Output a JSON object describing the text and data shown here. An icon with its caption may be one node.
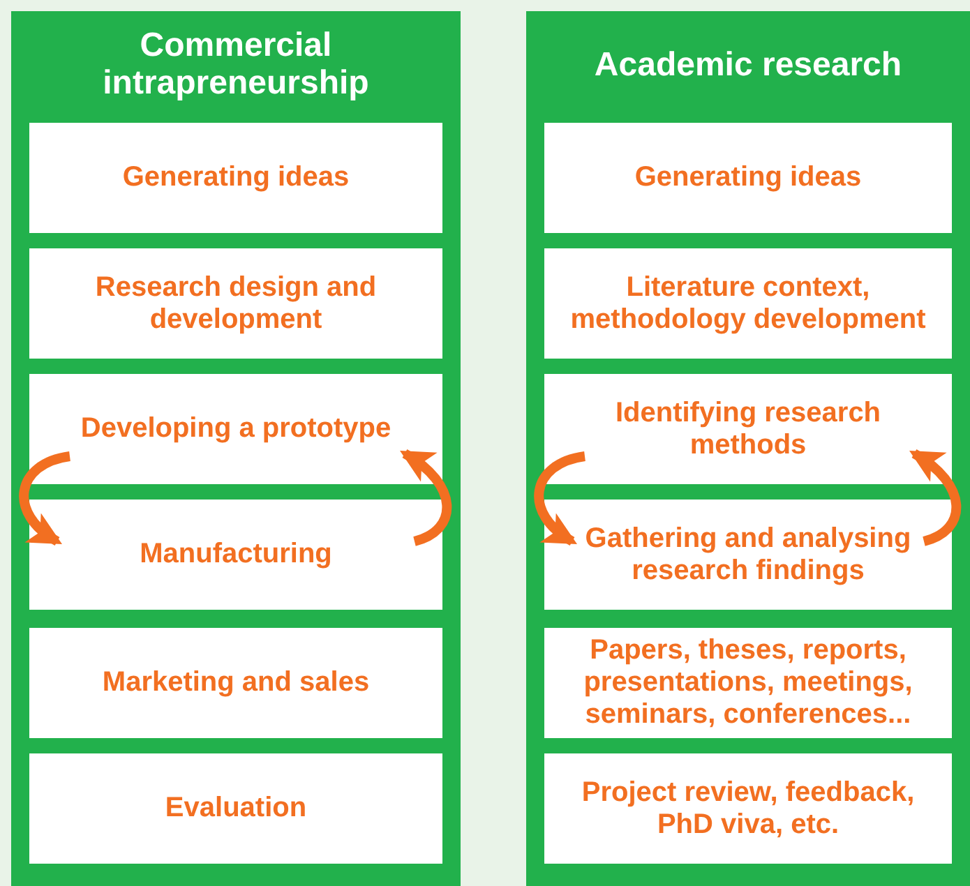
{
  "diagram": {
    "nodes": [
      {
        "text": [
          "Commercial intrapreneurship"
        ]
      },
      {
        "text": [
          "Generating ideas"
        ],
        "in": 0
      },
      {
        "text": [
          "Research design and development"
        ],
        "in": 0
      },
      {
        "text": [
          "Developing a prototype"
        ],
        "in": 0
      },
      {
        "text": [
          "Manufacturing"
        ],
        "in": 0
      },
      {
        "text": [
          "Marketing and sales"
        ],
        "in": 0
      },
      {
        "text": [
          "Evaluation"
        ],
        "in": 0
      },
      {
        "text": [
          "Academic research"
        ]
      },
      {
        "text": [
          "Generating ideas"
        ],
        "in": 7
      },
      {
        "text": [
          "Literature context, methodology development"
        ],
        "in": 7
      },
      {
        "text": [
          "Identifying research methods"
        ],
        "in": 7
      },
      {
        "text": [
          "Gathering and analysing research findings"
        ],
        "in": 7
      },
      {
        "text": [
          "Papers, theses, reports, presentations, meetings, seminars, conferences..."
        ],
        "in": 7
      },
      {
        "text": [
          "Project review, feedback, PhD viva, etc."
        ],
        "in": 7
      }
    ],
    "edges": [
      {
        "from": 3,
        "to": 4,
        "arrow": "to"
      },
      {
        "from": 4,
        "to": 3,
        "arrow": "to"
      },
      {
        "from": 10,
        "to": 11,
        "arrow": "to"
      },
      {
        "from": 11,
        "to": 10,
        "arrow": "to"
      }
    ]
  }
}
